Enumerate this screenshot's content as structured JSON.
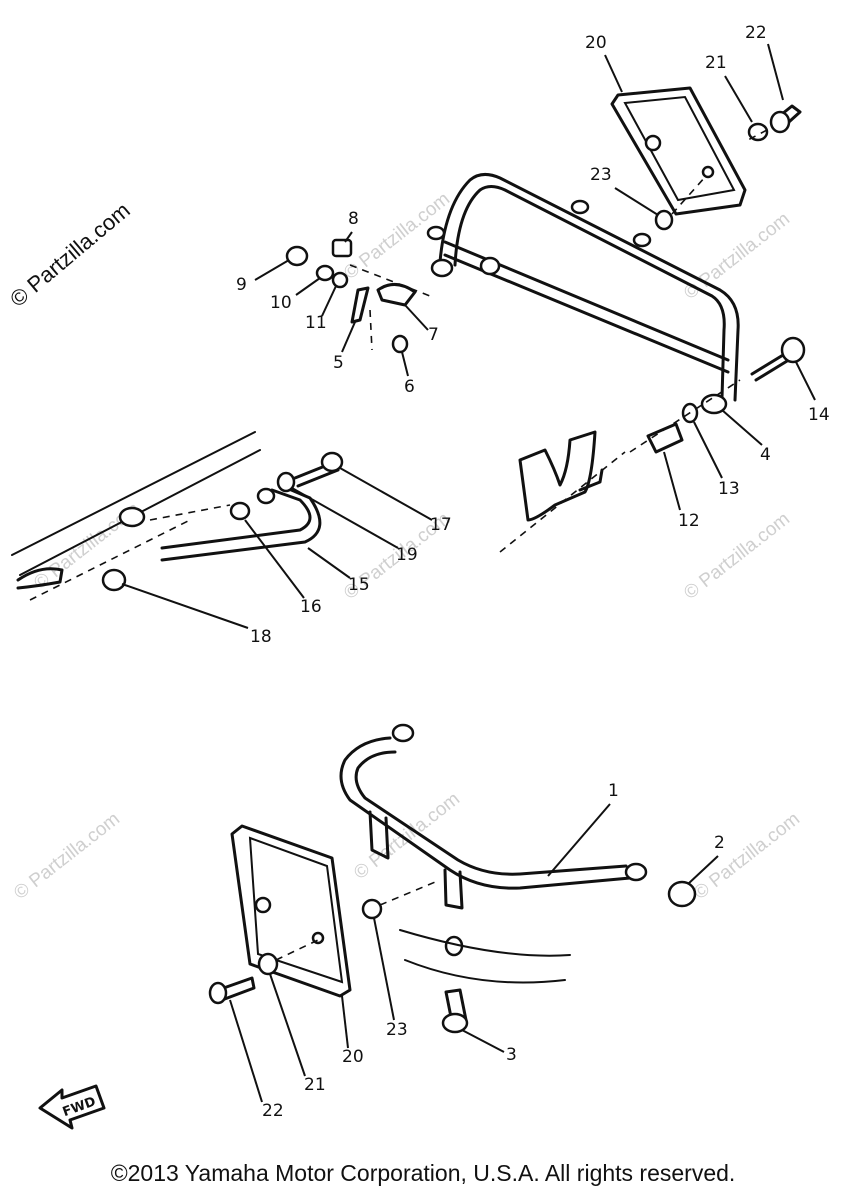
{
  "watermark": {
    "main": "© Partzilla.com",
    "repeat": "© Partzilla.com"
  },
  "fwd_label": "FWD",
  "copyright": "©2013 Yamaha Motor Corporation, U.S.A. All rights reserved.",
  "callouts": [
    "1",
    "2",
    "3",
    "4",
    "5",
    "6",
    "7",
    "8",
    "9",
    "10",
    "11",
    "12",
    "13",
    "14",
    "15",
    "16",
    "17",
    "18",
    "19",
    "20",
    "21",
    "22",
    "23"
  ]
}
